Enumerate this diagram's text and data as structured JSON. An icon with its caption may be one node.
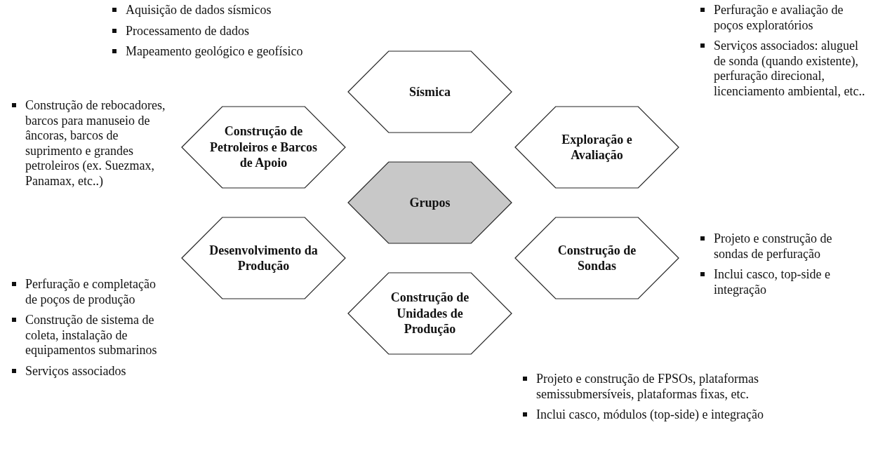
{
  "diagram": {
    "nodes": [
      {
        "text": [
          "Sísmica"
        ],
        "beside": [
          "Aquisição de dados sísmicos",
          "Processamento de dados",
          "Mapeamento geológico e geofísico"
        ]
      },
      {
        "text": [
          "Construção de Petroleiros e Barcos de Apoio"
        ],
        "beside": [
          "Construção de rebocadores, barcos para manuseio de âncoras, barcos de suprimento e grandes petroleiros (ex. Suezmax, Panamax, etc..)"
        ]
      },
      {
        "text": [
          "Exploração e Avaliação"
        ],
        "beside": [
          "Perfuração e avaliação de poços exploratórios",
          "Serviços associados: aluguel de sonda (quando existente), perfuração direcional, licenciamento ambiental, etc.."
        ]
      },
      {
        "text": [
          "Grupos"
        ]
      },
      {
        "text": [
          "Desenvolvimento da Produção"
        ],
        "beside": [
          "Perfuração e completação de poços de produção",
          "Construção de sistema de coleta, instalação de equipamentos submarinos",
          "Serviços associados"
        ]
      },
      {
        "text": [
          "Construção de Sondas"
        ],
        "beside": [
          "Projeto e construção de sondas de perfuração",
          "Inclui casco, top-side e integração"
        ]
      },
      {
        "text": [
          "Construção de Unidades de Produção"
        ],
        "beside": [
          "Projeto e construção de FPSOs, plataformas semissubmersíveis, plataformas fixas, etc.",
          "Inclui casco, módulos (top-side) e integração"
        ]
      }
    ]
  }
}
